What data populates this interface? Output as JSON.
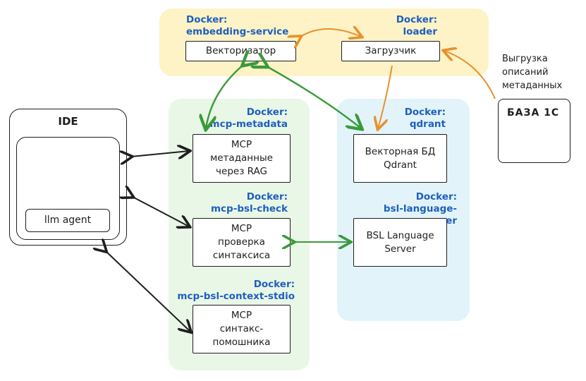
{
  "zones": {
    "embedding": {
      "color": "#fdf3c6"
    },
    "mcp": {
      "color": "#e9f7e6"
    },
    "qdrant": {
      "color": "#e2f4fa"
    }
  },
  "labels": {
    "embedding_service": "Docker:\nembedding-service",
    "loader": "Docker:\nloader",
    "mcp_metadata": "Docker:\nmcp-metadata",
    "qdrant": "Docker:\nqdrant",
    "mcp_bsl_check": "Docker:\nmcp-bsl-check",
    "bsl_language_server": "Docker:\nbsl-language-server",
    "mcp_bsl_context": "Docker:\nmcp-bsl-context-stdio"
  },
  "boxes": {
    "vectorizer": "Векторизатор",
    "loader": "Загрузчик",
    "mcp_metadata": "MCP\nметаданные\nчерез RAG",
    "vector_db": "Векторная БД\nQdrant",
    "mcp_check": "MCP\nпроверка\nсинтаксиса",
    "bsl_ls": "BSL Language\nServer",
    "mcp_helper": "MCP\nсинтакс-\nпомошника",
    "ide": "IDE",
    "llm_agent": "llm agent",
    "db_1c": "БАЗА 1С"
  },
  "notes": {
    "export": "Выгрузка\nописаний\nметаданных"
  },
  "colors": {
    "docker_label": "#1f5fbf",
    "arrow_orange": "#e8912d",
    "arrow_green": "#3a9a3a",
    "arrow_black": "#1e1e1e"
  }
}
